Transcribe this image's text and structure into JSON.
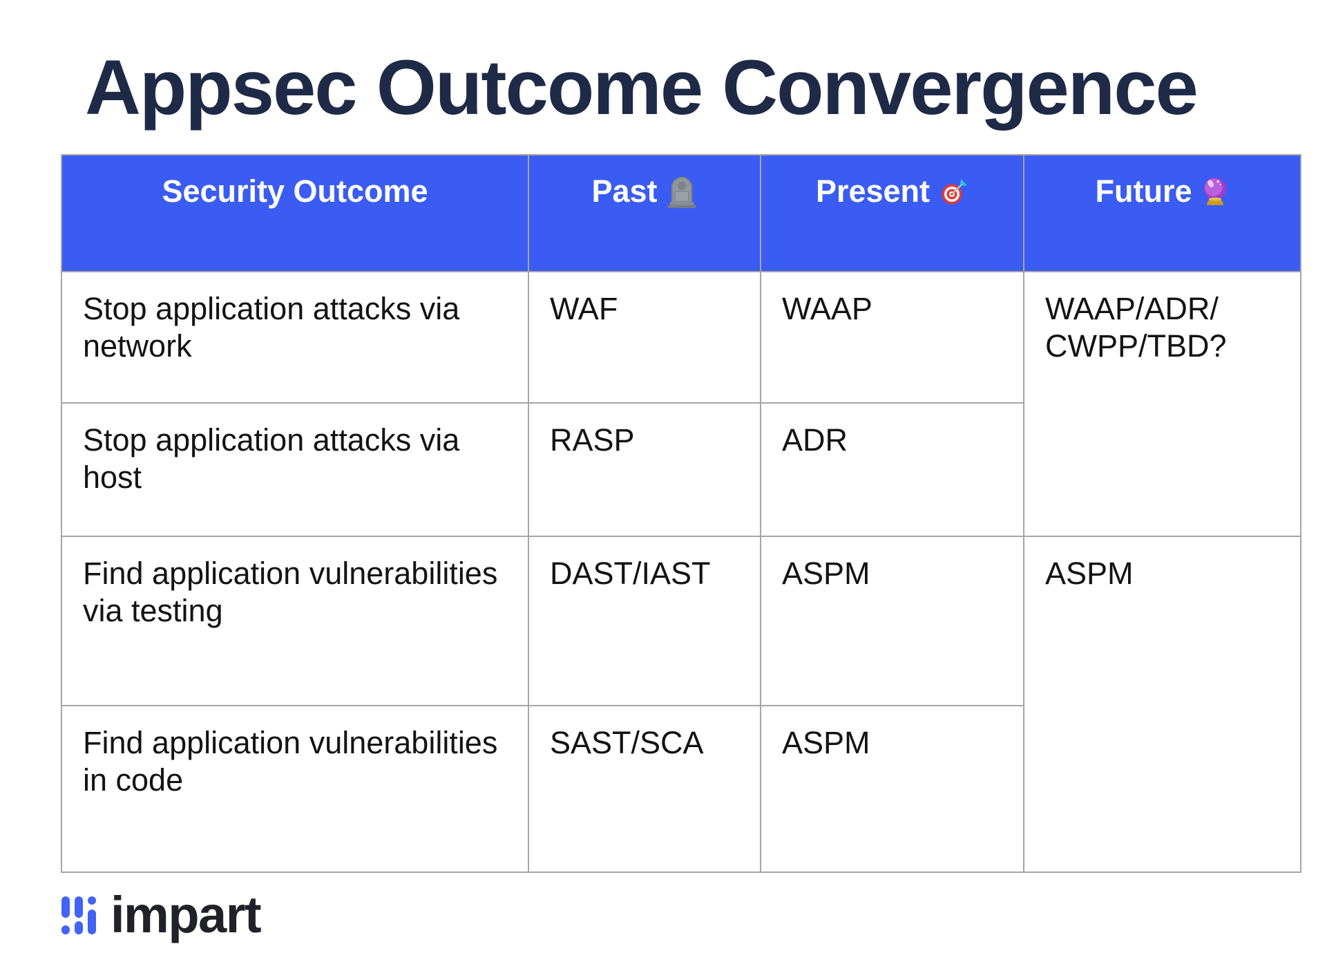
{
  "title": "Appsec Outcome Convergence",
  "table": {
    "columns": [
      {
        "label": "Security Outcome",
        "icon": ""
      },
      {
        "label": "Past",
        "icon": "headstone-emoji"
      },
      {
        "label": "Present",
        "icon": "target-dart-emoji"
      },
      {
        "label": "Future",
        "icon": "crystal-ball-emoji"
      }
    ],
    "rows": [
      {
        "outcome": "Stop application attacks via network",
        "past": "WAF",
        "present": "WAAP"
      },
      {
        "outcome": "Stop application attacks via host",
        "past": "RASP",
        "present": "ADR"
      },
      {
        "outcome": "Find application vulnerabilities via testing",
        "past": "DAST/IAST",
        "present": "ASPM"
      },
      {
        "outcome": "Find application vulnerabilities in code",
        "past": "SAST/SCA",
        "present": "ASPM"
      }
    ],
    "future_merged": [
      {
        "rows_spanned": "1-2",
        "lines": [
          "WAAP/ADR/",
          "CWPP/TBD?"
        ]
      },
      {
        "rows_spanned": "3-4",
        "lines": [
          "ASPM"
        ]
      }
    ]
  },
  "footer": {
    "brand": "impart"
  },
  "colors": {
    "header_blue": "#3B5CF2",
    "title_navy": "#1F2A47",
    "border_gray": "#A5A5A5",
    "body_text": "#131313",
    "logo_blue": "#4263F6",
    "wordmark_dark": "#212129"
  }
}
